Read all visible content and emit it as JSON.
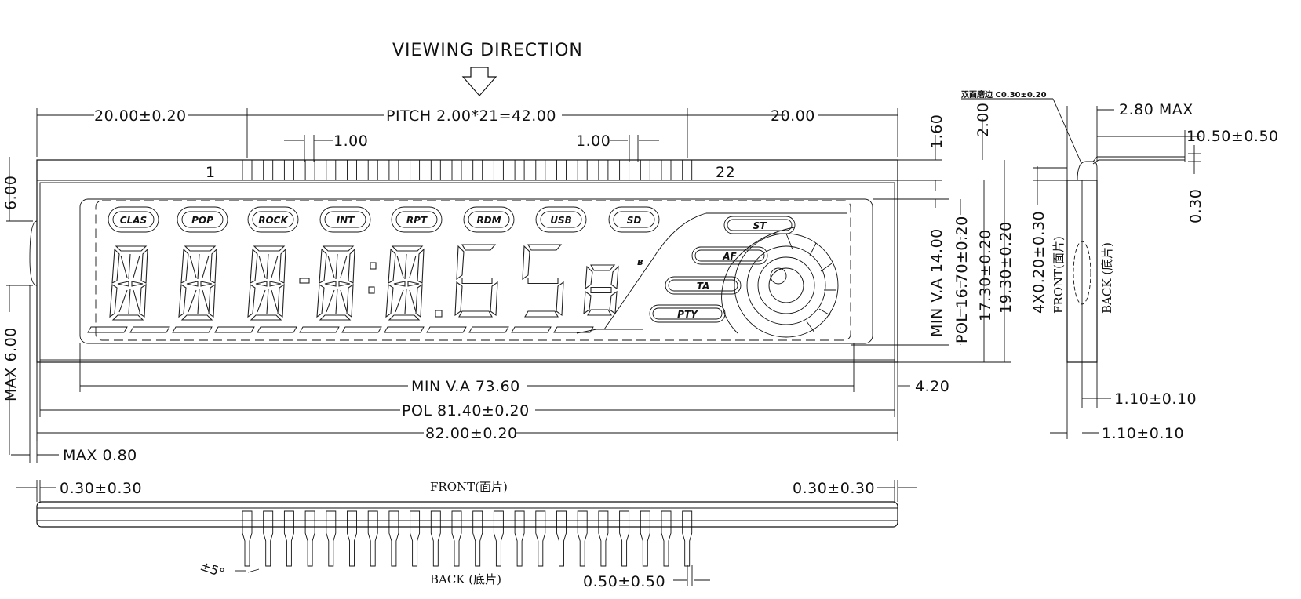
{
  "title": {
    "viewing": "VIEWING  DIRECTION"
  },
  "top": {
    "left_margin": "20.00±0.20",
    "pitch": "PITCH  2.00*21=42.00",
    "right_margin": "20.00",
    "pin_w_left": "1.00",
    "pin_w_right": "1.00",
    "pin_first": "1",
    "pin_last": "22"
  },
  "right_dims": {
    "d160": "1.60",
    "d200": "2.00",
    "minva": "MIN  V.A  14.00",
    "pol": "POL  16.70±0.20",
    "h1730": "17.30±0.20",
    "h1930": "19.30±0.20",
    "d420": "4.20"
  },
  "left_dims": {
    "d600a": "6.00",
    "d600b": "MAX  6.00",
    "max080": "MAX  0.80"
  },
  "bottom_dims": {
    "minva": "MIN  V.A  73.60",
    "pol": "POL  81.40±0.20",
    "overall": "82.00±0.20"
  },
  "side_view": {
    "chamfer": "双面磨边 C0.30±0.20",
    "max280": "2.80  MAX",
    "len1050": "10.50±0.50",
    "t030": "0.30",
    "pins": "4X0.20±0.30",
    "front": "FRONT(面片)",
    "back": "BACK (底片)",
    "t110a": "1.10±0.10",
    "t110b": "1.10±0.10"
  },
  "bottom_view": {
    "left": "0.30±0.30",
    "right": "0.30±0.30",
    "front": "FRONT(面片)",
    "back": "BACK (底片)",
    "angle": "±5°",
    "lead": "0.50±0.50"
  },
  "icons": {
    "top": [
      "CLAS",
      "POP",
      "ROCK",
      "INT",
      "RPT",
      "RDM",
      "USB",
      "SD"
    ],
    "side": [
      "ST",
      "AF",
      "TA",
      "PTY"
    ]
  }
}
